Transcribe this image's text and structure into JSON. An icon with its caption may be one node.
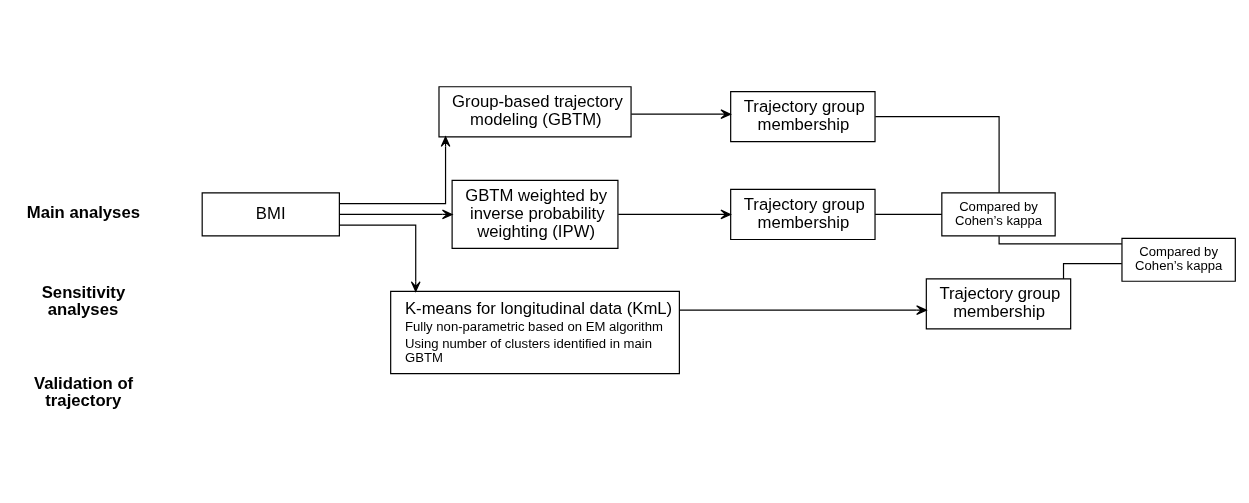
{
  "diagram": {
    "nodes": [
      {
        "text": [
          "BMI"
        ]
      },
      {
        "text": [
          "Group-based trajectory modeling (GBTM)"
        ]
      },
      {
        "text": [
          "Trajectory group membership"
        ]
      },
      {
        "text": [
          "Compared by Cohen’s kappa"
        ]
      },
      {
        "text": [
          "GBTM weighted by inverse probability weighting (IPW)"
        ]
      },
      {
        "text": [
          "Trajectory group membership"
        ]
      },
      {
        "text": [
          "Compared by Cohen’s kappa"
        ]
      },
      {
        "text": [
          "K-means for longitudinal data (KmL)",
          "Fully non-parametric based on EM algorithm",
          "Using number of clusters identified in main GBTM"
        ]
      },
      {
        "text": [
          "Trajectory group membership"
        ]
      }
    ],
    "edges": [
      {
        "from": 0,
        "to": 1,
        "arrow": "to"
      },
      {
        "from": 0,
        "to": 4,
        "arrow": "to"
      },
      {
        "from": 0,
        "to": 7,
        "arrow": "to"
      },
      {
        "from": 1,
        "to": 2,
        "arrow": "to"
      },
      {
        "from": 4,
        "to": 5,
        "arrow": "to"
      },
      {
        "from": 7,
        "to": 8,
        "arrow": "to"
      },
      {
        "from": 2,
        "to": 3,
        "arrow": "none"
      },
      {
        "from": 5,
        "to": 3,
        "arrow": "none"
      },
      {
        "from": 3,
        "to": 6,
        "arrow": "none"
      },
      {
        "from": 8,
        "to": 6,
        "arrow": "none"
      }
    ],
    "labels": [
      "Main analyses",
      "Sensitivity analyses",
      "Validation of trajectory"
    ]
  }
}
